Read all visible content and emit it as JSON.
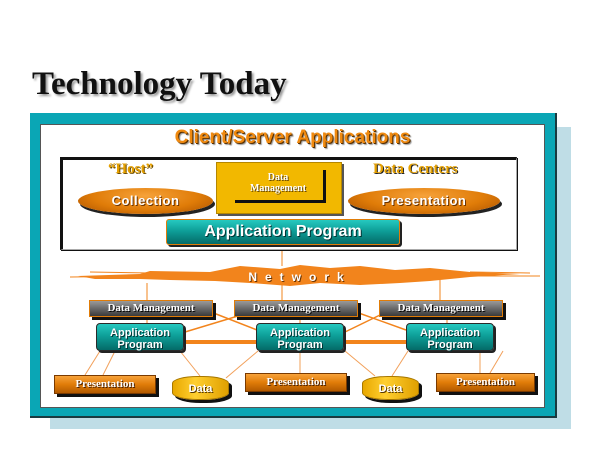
{
  "slide": {
    "title": "Technology Today"
  },
  "diagram": {
    "title": "Client/Server Applications",
    "host_section": {
      "host_label": "“Host”",
      "data_centers_label": "Data Centers",
      "collection": "Collection",
      "data_management_line1": "Data",
      "data_management_line2": "Management",
      "presentation": "Presentation",
      "application_program": "Application Program"
    },
    "network": {
      "label": "Network"
    },
    "nodes": [
      {
        "data_management": "Data Management",
        "app_line1": "Application",
        "app_line2": "Program",
        "presentation": "Presentation"
      },
      {
        "data_management": "Data Management",
        "app_line1": "Application",
        "app_line2": "Program",
        "presentation": "Presentation"
      },
      {
        "data_management": "Data Management",
        "app_line1": "Application",
        "app_line2": "Program",
        "presentation": "Presentation"
      }
    ],
    "data_stores": [
      "Data",
      "Data"
    ],
    "colors": {
      "frame": "#0aa6b5",
      "orange": "#e07c08",
      "gold": "#f2b800",
      "teal": "#0e9f98",
      "shadow_panel": "#bfdde6"
    }
  }
}
